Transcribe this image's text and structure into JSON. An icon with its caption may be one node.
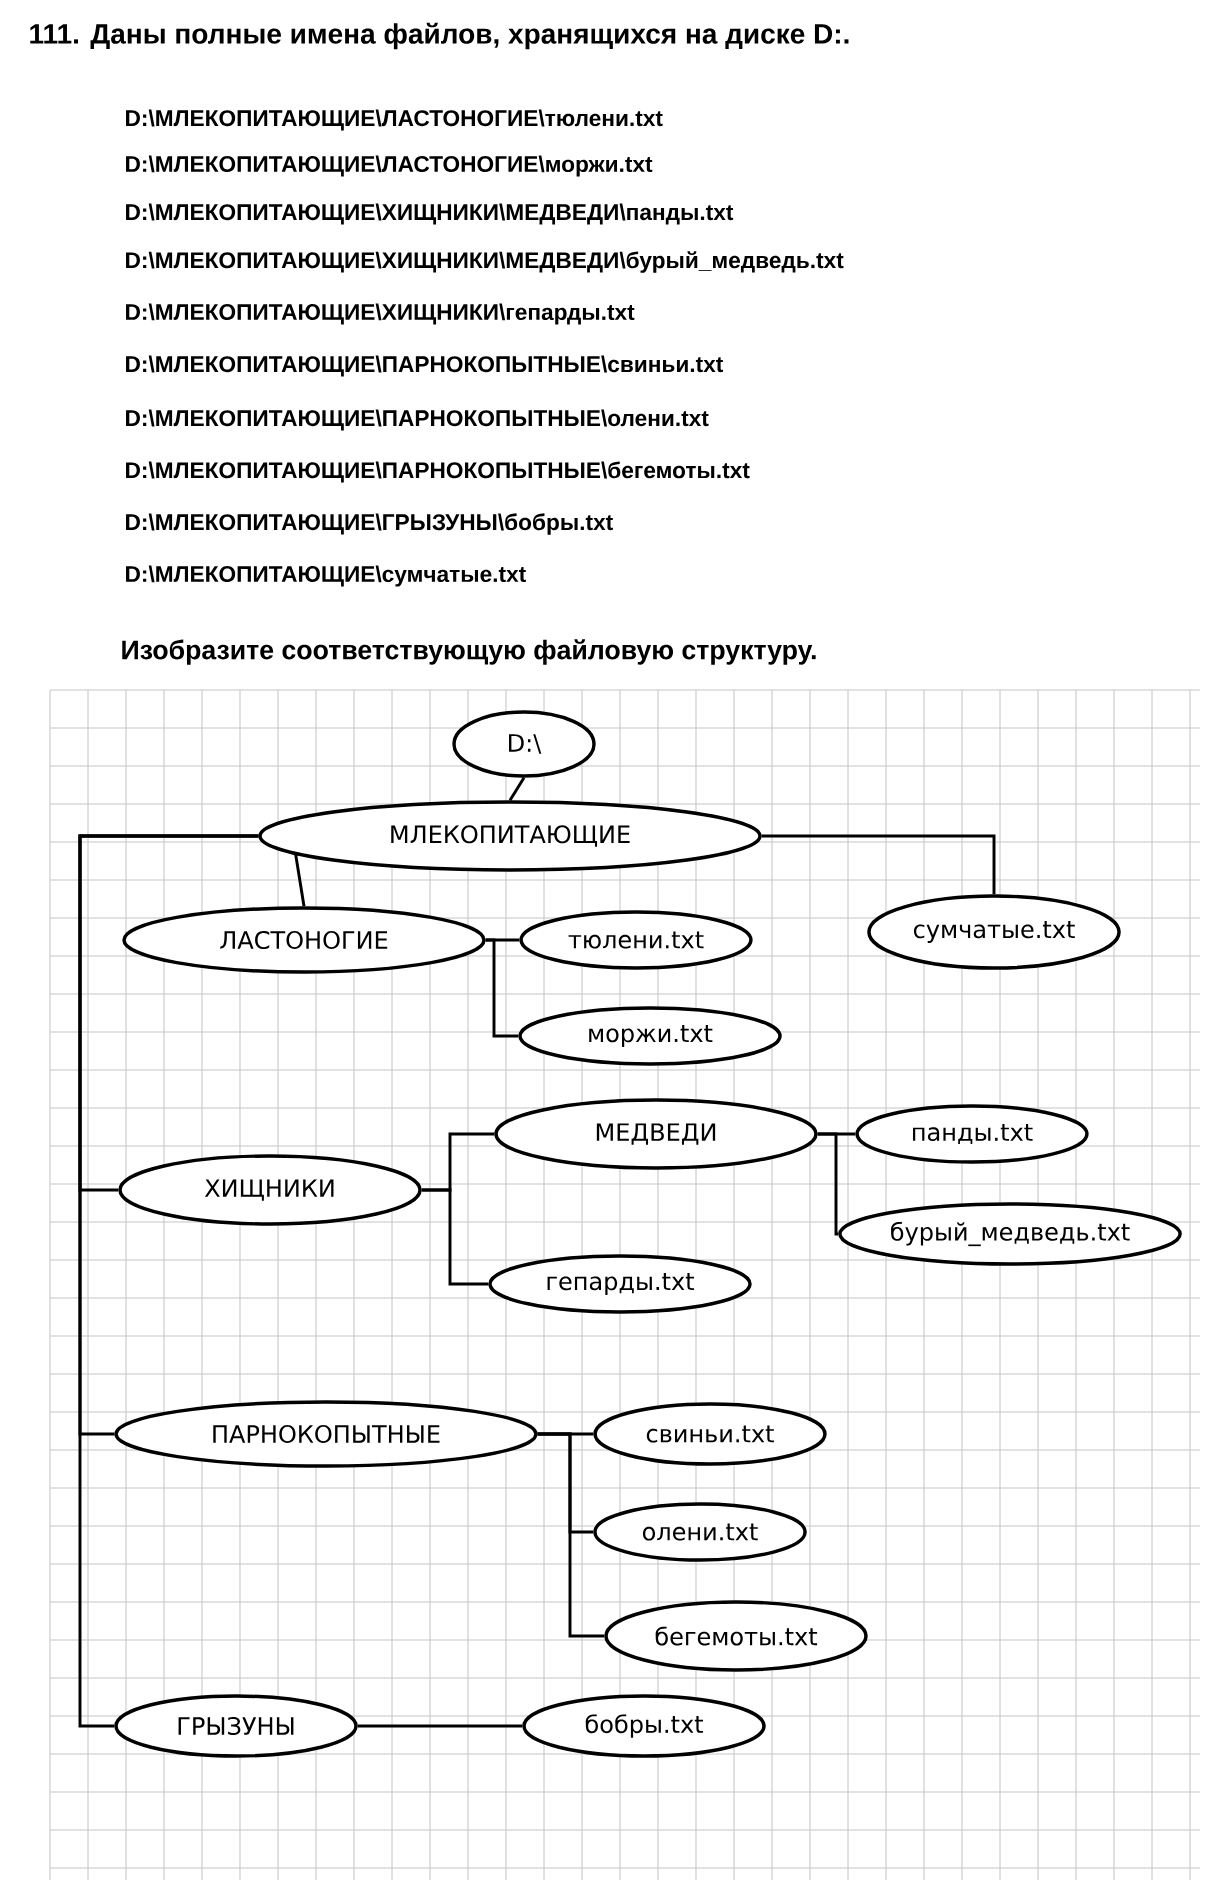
{
  "diagram": {
    "title": "111. Даны полные имена файлов, хранящихся на диске D:.",
    "nodes": [
      {
        "text": [
          "D:\\"
        ]
      },
      {
        "text": [
          "МЛЕКОПИТАЮЩИЕ"
        ]
      },
      {
        "text": [
          "ЛАСТОНОГИЕ"
        ]
      },
      {
        "text": [
          "тюлени.txt"
        ]
      },
      {
        "text": [
          "сумчатые.txt"
        ]
      },
      {
        "text": [
          "моржи.txt"
        ]
      },
      {
        "text": [
          "ХИЩНИКИ"
        ]
      },
      {
        "text": [
          "МЕДВЕДИ"
        ]
      },
      {
        "text": [
          "панды.txt"
        ]
      },
      {
        "text": [
          "бурый_медведь.txt"
        ]
      },
      {
        "text": [
          "гепарды.txt"
        ]
      },
      {
        "text": [
          "ПАРНОКОПЫТНЫЕ"
        ]
      },
      {
        "text": [
          "свиньи.txt"
        ]
      },
      {
        "text": [
          "олени.txt"
        ]
      },
      {
        "text": [
          "бегемоты.txt"
        ]
      },
      {
        "text": [
          "ГРЫЗУНЫ"
        ]
      },
      {
        "text": [
          "бобры.txt"
        ]
      }
    ],
    "edges": [
      {
        "from": 0,
        "to": 1,
        "arrow": "none"
      },
      {
        "from": 1,
        "to": 2,
        "arrow": "none"
      },
      {
        "from": 1,
        "to": 4,
        "arrow": "none"
      },
      {
        "from": 1,
        "to": 6,
        "arrow": "none"
      },
      {
        "from": 1,
        "to": 11,
        "arrow": "none"
      },
      {
        "from": 1,
        "to": 15,
        "arrow": "none"
      },
      {
        "from": 2,
        "to": 3,
        "arrow": "none"
      },
      {
        "from": 2,
        "to": 5,
        "arrow": "none"
      },
      {
        "from": 6,
        "to": 7,
        "arrow": "none"
      },
      {
        "from": 6,
        "to": 10,
        "arrow": "none"
      },
      {
        "from": 7,
        "to": 8,
        "arrow": "none"
      },
      {
        "from": 7,
        "to": 9,
        "arrow": "none"
      },
      {
        "from": 11,
        "to": 12,
        "arrow": "none"
      },
      {
        "from": 11,
        "to": 13,
        "arrow": "none"
      },
      {
        "from": 11,
        "to": 14,
        "arrow": "none"
      },
      {
        "from": 15,
        "to": 16,
        "arrow": "none"
      }
    ],
    "labels": [
      "D:\\МЛЕКОПИТАЮЩИЕ\\ЛАСТОНОГИЕ\\тюлени.txt",
      "D:\\МЛЕКОПИТАЮЩИЕ\\ЛАСТОНОГИЕ\\моржи.txt",
      "D:\\МЛЕКОПИТАЮЩИЕ\\ХИЩНИКИ\\МЕДВЕДИ\\панды.txt",
      "D:\\МЛЕКОПИТАЮЩИЕ\\ХИЩНИКИ\\МЕДВЕДИ\\бурый_медведь.txt",
      "D:\\МЛЕКОПИТАЮЩИЕ\\ХИЩНИКИ\\гепарды.txt",
      "D:\\МЛЕКОПИТАЮЩИЕ\\ПАРНОКОПЫТНЫЕ\\свиньи.txt",
      "D:\\МЛЕКОПИТАЮЩИЕ\\ПАРНОКОПЫТНЫЕ\\олени.txt",
      "D:\\МЛЕКОПИТАЮЩИЕ\\ПАРНОКОПЫТНЫЕ\\бегемоты.txt",
      "D:\\МЛЕКОПИТАЮЩИЕ\\ГРЫЗУНЫ\\бобры.txt",
      "D:\\МЛЕКОПИТАЮЩИЕ\\сумчатые.txt",
      "Изобразите соответствующую файловую структуру."
    ]
  }
}
